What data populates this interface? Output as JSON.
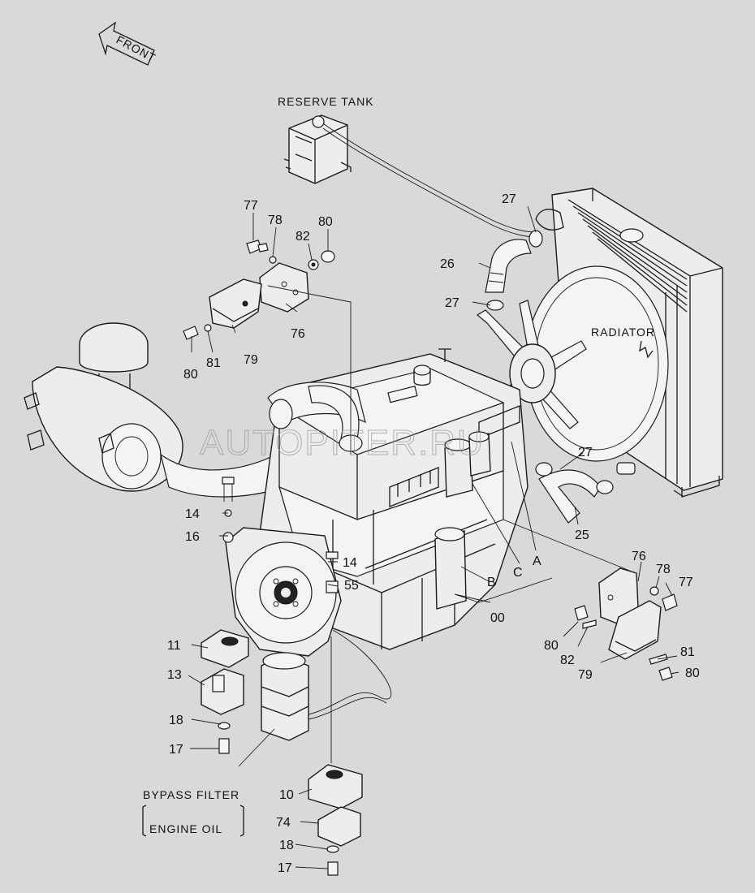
{
  "annotations": {
    "front": "FRONT",
    "reserve_tank": "RESERVE TANK",
    "radiator": "RADIATOR",
    "bypass_filter_line1": "BYPASS FILTER",
    "bypass_filter_line2": "ENGINE OIL"
  },
  "watermark": "AUTOPITER.RU",
  "callouts": {
    "c77a": "77",
    "c78a": "78",
    "c82a": "82",
    "c80a": "80",
    "c76a": "76",
    "c79a": "79",
    "c80b": "80",
    "c81a": "81",
    "c27a": "27",
    "c26": "26",
    "c27b": "27",
    "c27c": "27",
    "c25": "25",
    "c14a": "14",
    "c16": "16",
    "c14b": "14",
    "c55": "55",
    "cA": "A",
    "cB": "B",
    "cC": "C",
    "c00": "00",
    "c76b": "76",
    "c78b": "78",
    "c77b": "77",
    "c80c": "80",
    "c82b": "82",
    "c79b": "79",
    "c81b": "81",
    "c80d": "80",
    "c11": "11",
    "c13": "13",
    "c18a": "18",
    "c17a": "17",
    "c10": "10",
    "c74": "74",
    "c18b": "18",
    "c17b": "17"
  }
}
